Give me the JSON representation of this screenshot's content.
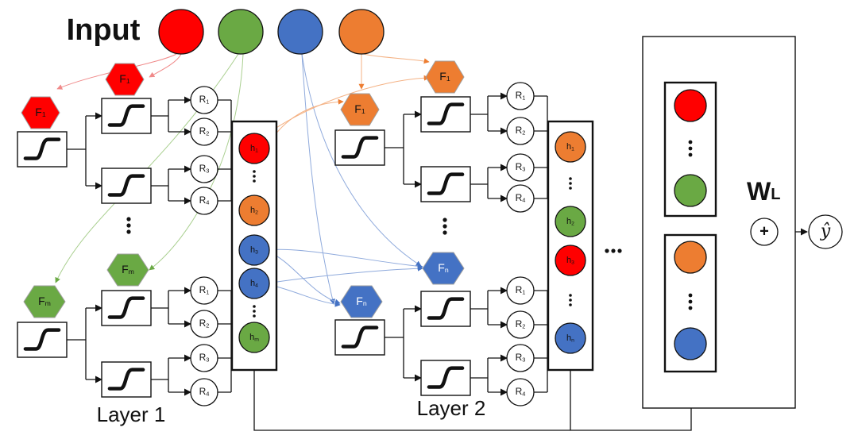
{
  "title": "Input",
  "colors": {
    "red": "#ff0000",
    "green": "#6aa944",
    "blue": "#4472c4",
    "orange": "#ed7d31",
    "line_red": "#f08a8a",
    "line_green": "#a9cf8f",
    "line_blue": "#8faadc",
    "line_orange": "#f4b183"
  },
  "layer1": {
    "label": "Layer 1",
    "feature_top": "F",
    "feature_top_sub": "1",
    "feature_bottom": "F",
    "feature_bottom_sub": "m",
    "rules": [
      "R",
      "R",
      "R",
      "R"
    ],
    "rule_subs": [
      "1",
      "2",
      "3",
      "4"
    ],
    "hidden": [
      {
        "t": "h",
        "s": "1"
      },
      {
        "t": "h",
        "s": "2"
      },
      {
        "t": "h",
        "s": "3"
      },
      {
        "t": "h",
        "s": "4"
      },
      {
        "t": "h",
        "s": "m"
      }
    ]
  },
  "layer2": {
    "label": "Layer 2",
    "feature_top": "F",
    "feature_top_sub": "1",
    "feature_bottom": "F",
    "feature_bottom_sub": "n",
    "rules": [
      "R",
      "R",
      "R",
      "R"
    ],
    "rule_subs": [
      "1",
      "2",
      "3",
      "4"
    ],
    "hidden": [
      {
        "t": "h",
        "s": "1"
      },
      {
        "t": "h",
        "s": "2"
      },
      {
        "t": "h",
        "s": "3"
      },
      {
        "t": "h",
        "s": "n"
      }
    ]
  },
  "ellipsis_h": "...",
  "ellipsis_v": "⋮",
  "output": {
    "weights": "W",
    "weights_sub": "L",
    "sum": "+",
    "yhat": "ŷ"
  },
  "icons": {
    "membership": "sigmoid-curve-icon",
    "feature": "hexagon-icon"
  }
}
